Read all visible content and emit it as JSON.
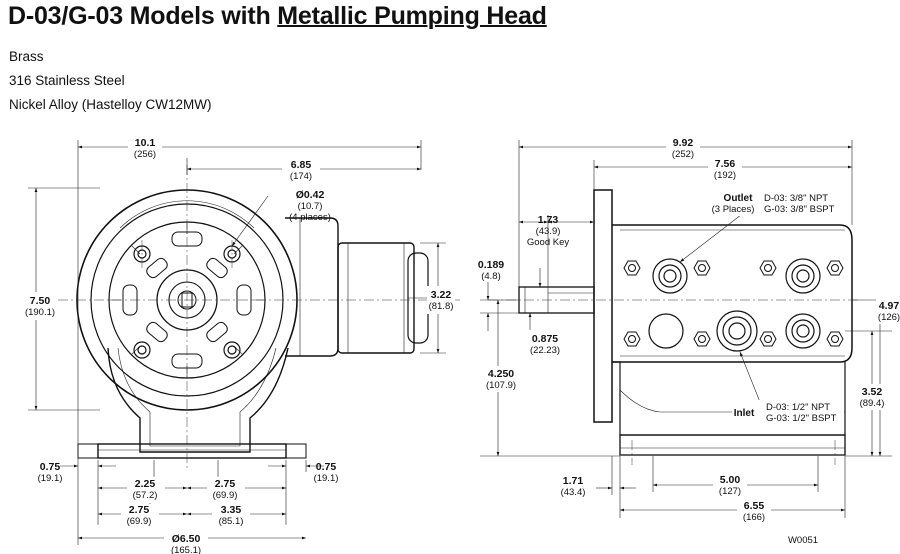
{
  "title": {
    "plain": "D-03/G-03 Models with ",
    "underlined": "Metallic Pumping Head"
  },
  "materials": [
    "Brass",
    "316 Stainless Steel",
    "Nickel Alloy (Hastelloy CW12MW)"
  ],
  "front_view": {
    "overall_width": {
      "value": "10.1",
      "metric": "(256)"
    },
    "center_to_end": {
      "value": "6.85",
      "metric": "(174)"
    },
    "hole_dia": {
      "value": "Ø0.42",
      "metric": "(10.7)",
      "note": "(4 places)"
    },
    "height": {
      "value": "7.50",
      "metric": "(190.1)"
    },
    "motor_height": {
      "value": "3.22",
      "metric": "(81.8)"
    },
    "foot_left": {
      "value": "0.75",
      "metric": "(19.1)"
    },
    "foot_right": {
      "value": "0.75",
      "metric": "(19.1)"
    },
    "slot_left": {
      "value": "2.25",
      "metric": "(57.2)"
    },
    "slot_right": {
      "value": "2.75",
      "metric": "(69.9)"
    },
    "base_left": {
      "value": "2.75",
      "metric": "(69.9)"
    },
    "base_right": {
      "value": "3.35",
      "metric": "(85.1)"
    },
    "base_dia": {
      "value": "Ø6.50",
      "metric": "(165.1)"
    }
  },
  "side_view": {
    "overall_length": {
      "value": "9.92",
      "metric": "(252)"
    },
    "flange_to_end": {
      "value": "7.56",
      "metric": "(192)"
    },
    "key_length": {
      "value": "1.73",
      "metric": "(43.9)",
      "note": "Good Key"
    },
    "key_width": {
      "value": "0.189",
      "metric": "(4.8)"
    },
    "shaft_dia": {
      "value": "0.875",
      "metric": "(22.23)"
    },
    "shaft_height": {
      "value": "4.250",
      "metric": "(107.9)"
    },
    "outlet": {
      "label": "Outlet",
      "note": "(3 Places)",
      "d03": "D-03: 3/8\" NPT",
      "g03": "G-03: 3/8\" BSPT"
    },
    "inlet": {
      "label": "Inlet",
      "d03": "D-03: 1/2\" NPT",
      "g03": "G-03: 1/2\" BSPT"
    },
    "port_height": {
      "value": "4.97",
      "metric": "(126)"
    },
    "lower_height": {
      "value": "3.52",
      "metric": "(89.4)"
    },
    "base_offset": {
      "value": "1.71",
      "metric": "(43.4)"
    },
    "hole_spacing": {
      "value": "5.00",
      "metric": "(127)"
    },
    "base_length": {
      "value": "6.55",
      "metric": "(166)"
    }
  },
  "drawing_code": "W0051",
  "colors": {
    "line": "#111111",
    "background": "#ffffff"
  }
}
